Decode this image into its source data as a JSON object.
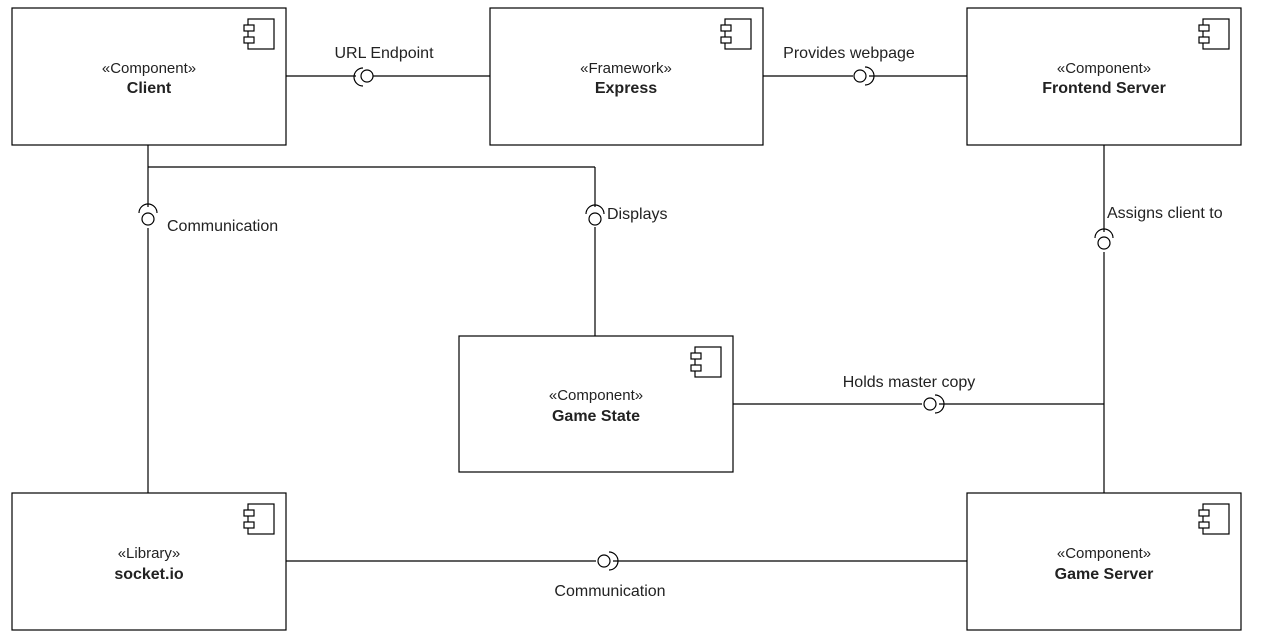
{
  "components": [
    {
      "id": "client",
      "stereotype": "«Component»",
      "name": "Client"
    },
    {
      "id": "express",
      "stereotype": "«Framework»",
      "name": "Express"
    },
    {
      "id": "frontend",
      "stereotype": "«Component»",
      "name": "Frontend Server"
    },
    {
      "id": "gamestate",
      "stereotype": "«Component»",
      "name": "Game State"
    },
    {
      "id": "socketio",
      "stereotype": "«Library»",
      "name": "socket.io"
    },
    {
      "id": "gameserver",
      "stereotype": "«Component»",
      "name": "Game Server"
    }
  ],
  "connectors": {
    "url_endpoint": "URL Endpoint",
    "provides_webpage": "Provides webpage",
    "communication_left": "Communication",
    "displays": "Displays",
    "assigns_client": "Assigns client to",
    "holds_master": "Holds master copy",
    "communication_bottom": "Communication"
  }
}
